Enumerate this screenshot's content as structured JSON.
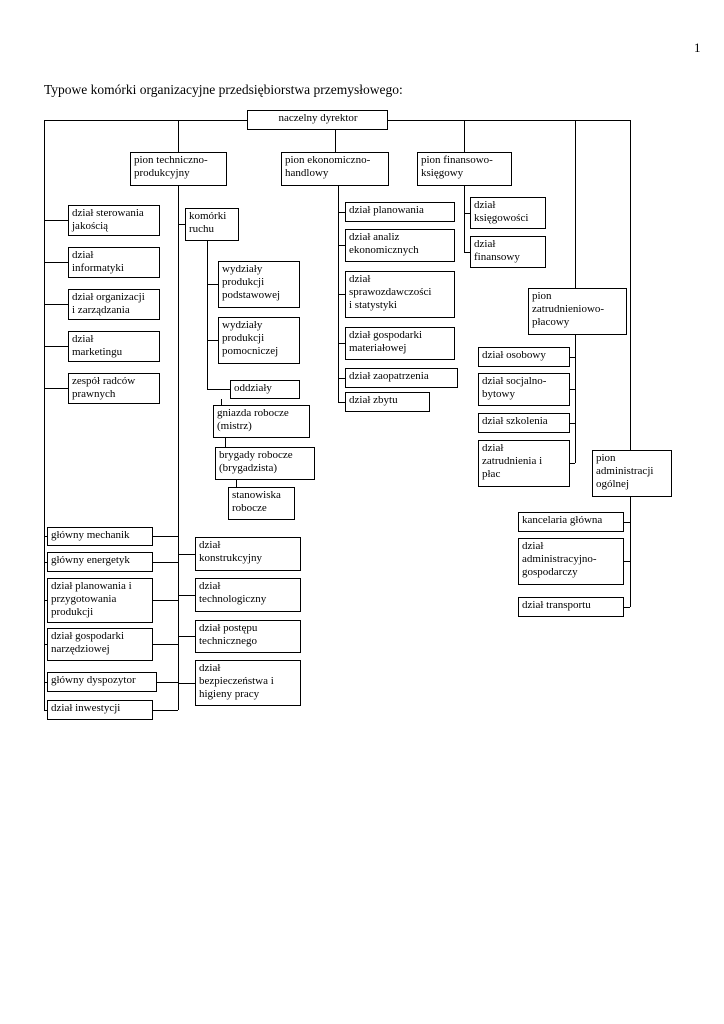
{
  "page": {
    "number": "1",
    "title": "Typowe komórki organizacyjne przedsiębiorstwa przemysłowego:"
  },
  "orgchart": {
    "root": {
      "label": "naczelny dyrektor"
    },
    "divisions": {
      "technical": {
        "label": "pion techniczno-\nprodukcyjny"
      },
      "economic": {
        "label": "pion ekonomiczno-\nhandlowy"
      },
      "financial": {
        "label": "pion finansowo-\nksięgowy"
      },
      "employment": {
        "label": "pion\nzatrudnieniowo-\npłacowy"
      },
      "administration": {
        "label": "pion\nadministracji\nogólnej"
      }
    },
    "director_staff": [
      "dział sterowania\njakością",
      "dział\ninformatyki",
      "dział organizacji\ni zarządzania",
      "dział\nmarketingu",
      "zespół radców\nprawnych"
    ],
    "technical_units": {
      "komorki_ruchu": "komórki\nruchu",
      "production_cascade": [
        "wydziały\nprodukcji\npodstawowej",
        "wydziały\nprodukcji\npomocniczej",
        "oddziały",
        "gniazda robocze\n(mistrz)",
        "brygady robocze\n(brygadzista)",
        "stanowiska\nrobocze"
      ],
      "left_units": [
        "główny mechanik",
        "główny energetyk",
        "dział planowania i\nprzygotowania\nprodukcji",
        "dział gospodarki\nnarzędziowej",
        "główny dyspozytor",
        "dział inwestycji"
      ],
      "right_units": [
        "dział\nkonstrukcyjny",
        "dział\ntechnologiczny",
        "dział postępu\ntechnicznego",
        "dział\nbezpieczeństwa i\nhigieny pracy"
      ]
    },
    "economic_units": [
      "dział planowania",
      "dział analiz\nekonomicznych",
      "dział\nsprawozdawczości\ni statystyki",
      "dział gospodarki\nmateriałowej",
      "dział zaopatrzenia",
      "dział zbytu"
    ],
    "financial_units": [
      "dział\nksięgowości",
      "dział\nfinansowy"
    ],
    "employment_units": [
      "dział osobowy",
      "dział socjalno-\nbytowy",
      "dział szkolenia",
      "dział\nzatrudnienia i\npłac"
    ],
    "administration_units": [
      "kancelaria główna",
      "dział\nadministracyjno-\ngospodarczy",
      "dział transportu"
    ]
  }
}
